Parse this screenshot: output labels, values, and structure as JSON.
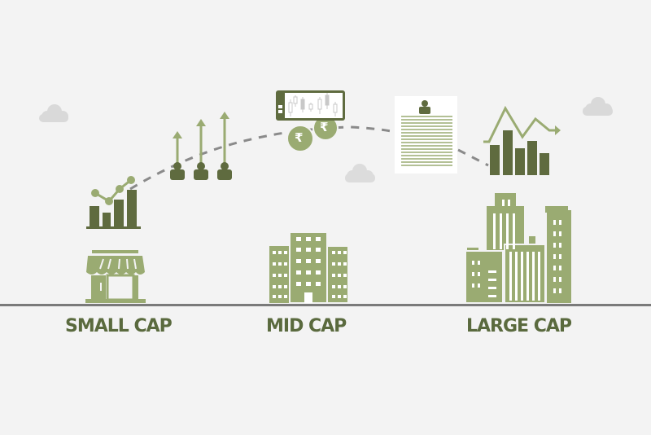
{
  "colors": {
    "background": "#f3f3f3",
    "dark_green": "#5f6b3f",
    "light_green": "#9aab72",
    "text_green": "#5a6a3e",
    "dash_gray": "#8a8a8a",
    "cloud_gray": "#d8d8d8",
    "baseline_gray": "#7a7a7a"
  },
  "categories": [
    {
      "id": "small",
      "label": "SMALL CAP",
      "building_icon": "storefront-icon",
      "growth_icon": "bar-chart-trend-icon"
    },
    {
      "id": "mid",
      "label": "MID CAP",
      "building_icon": "office-building-icon",
      "growth_icon": "candlestick-phone-coins-icon"
    },
    {
      "id": "large",
      "label": "LARGE CAP",
      "building_icon": "skyscrapers-icon",
      "growth_icon": "volatile-bar-chart-icon"
    }
  ],
  "intermediate_icons": [
    {
      "name": "people-growth-arrows-icon"
    },
    {
      "name": "document-profile-icon"
    }
  ],
  "coin_symbol": "₹",
  "decor": [
    "cloud-icon",
    "cloud-icon",
    "cloud-icon",
    "cloud-icon"
  ]
}
